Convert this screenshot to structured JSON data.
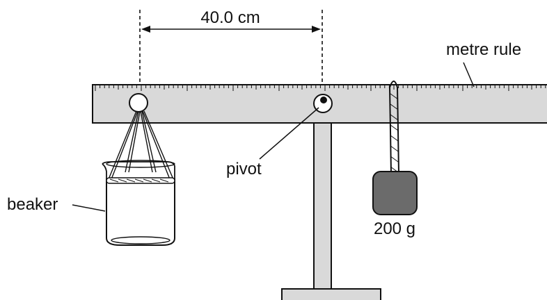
{
  "labels": {
    "distance": "40.0 cm",
    "metre_rule": "metre rule",
    "pivot": "pivot",
    "beaker": "beaker",
    "mass": "200 g"
  },
  "colors": {
    "rule_fill": "#d9d9d9",
    "stand_fill": "#d9d9d9",
    "mass_fill": "#6b6b6b",
    "line": "#111111"
  }
}
